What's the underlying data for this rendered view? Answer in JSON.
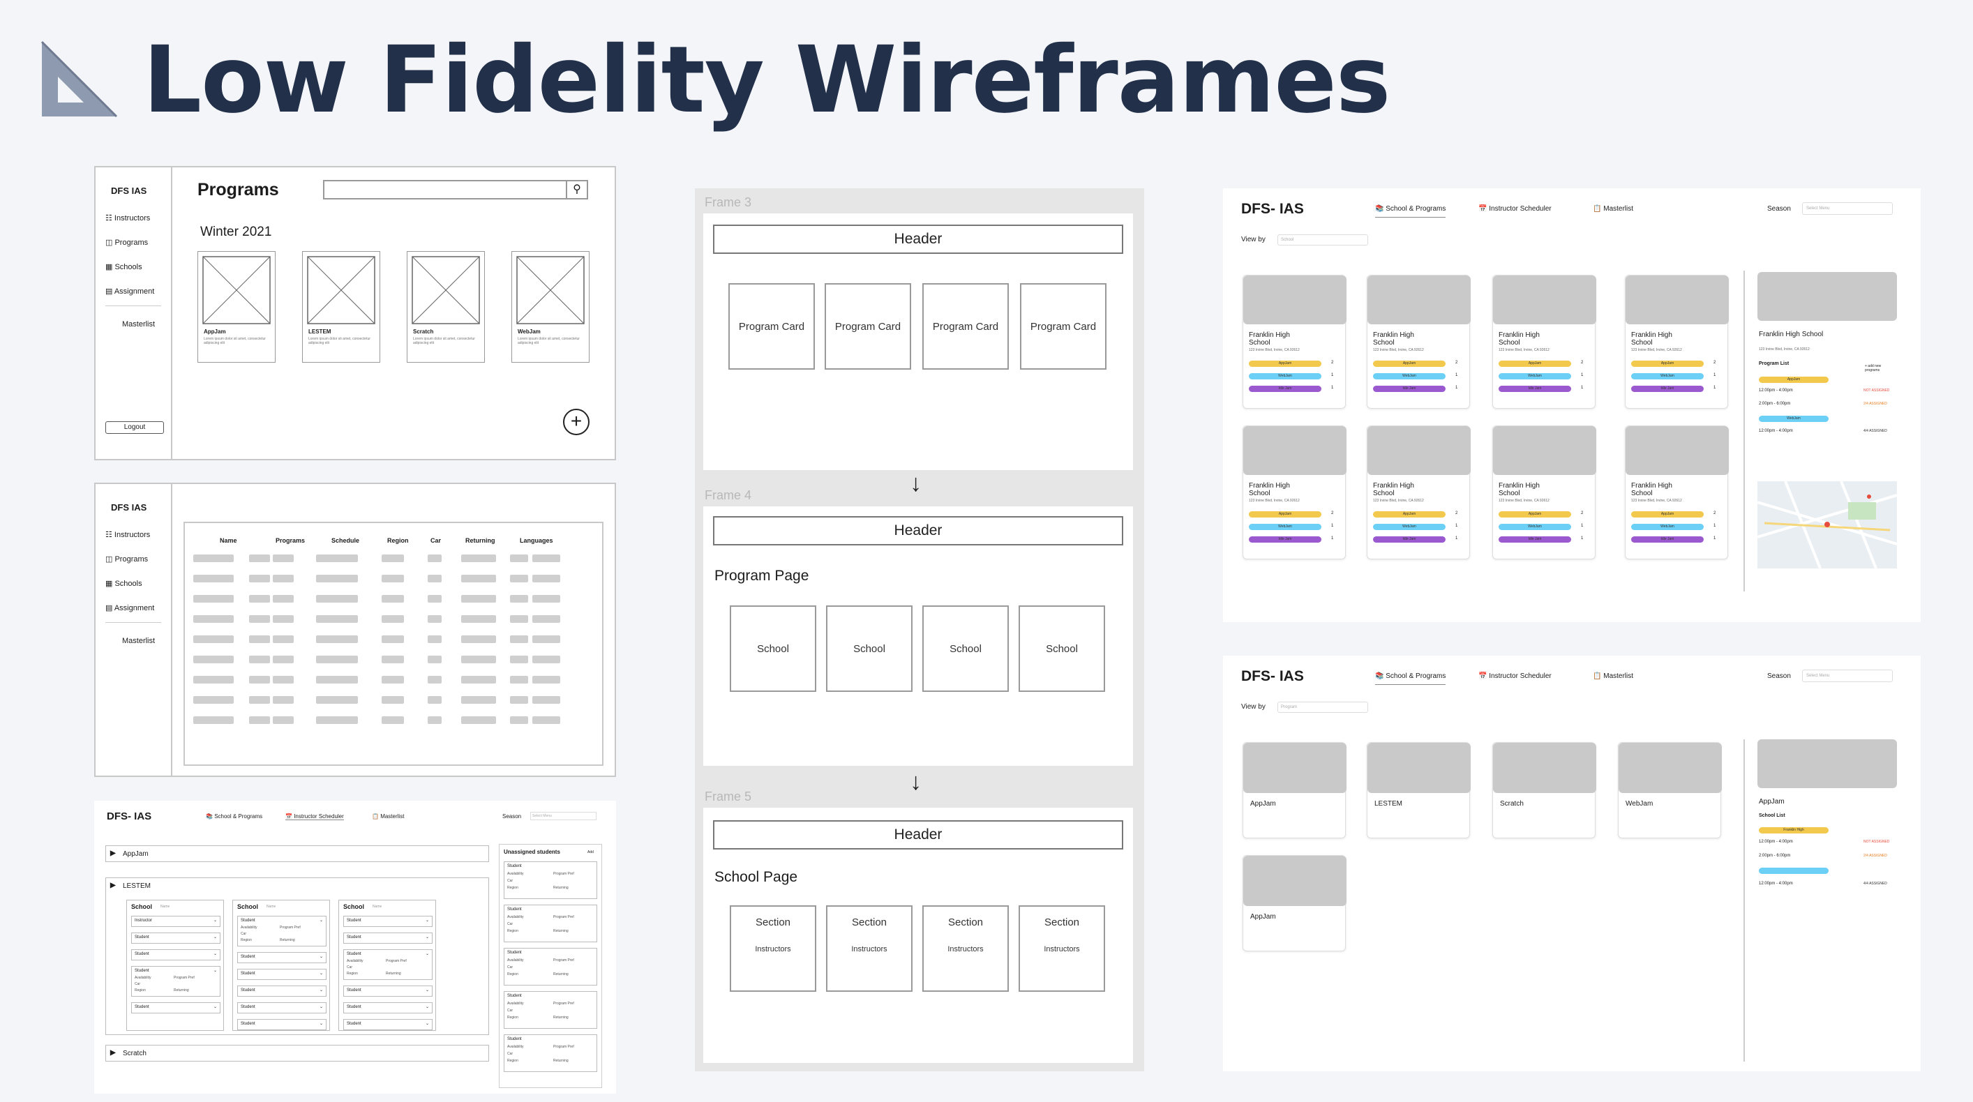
{
  "page_title": "Low Fidelity Wireframes",
  "panel1": {
    "brand": "DFS IAS",
    "nav": [
      "Instructors",
      "Programs",
      "Schools",
      "Assignment"
    ],
    "masterlist": "Masterlist",
    "logout": "Logout",
    "heading": "Programs",
    "season": "Winter 2021",
    "cards": [
      {
        "name": "AppJam",
        "desc": "Lorem ipsum dolor sit amet, consectetur adipiscing elit"
      },
      {
        "name": "LESTEM",
        "desc": "Lorem ipsum dolor sit amet, consectetur adipiscing elit"
      },
      {
        "name": "Scratch",
        "desc": "Lorem ipsum dolor sit amet, consectetur adipiscing elit"
      },
      {
        "name": "WebJam",
        "desc": "Lorem ipsum dolor sit amet, consectetur adipiscing elit"
      }
    ],
    "add": "+"
  },
  "panel2": {
    "brand": "DFS IAS",
    "nav": [
      "Instructors",
      "Programs",
      "Schools",
      "Assignment"
    ],
    "masterlist": "Masterlist",
    "columns": [
      "Name",
      "Programs",
      "Schedule",
      "Region",
      "Car",
      "Returning",
      "Languages"
    ]
  },
  "panel3": {
    "brand": "DFS- IAS",
    "tabs": [
      "School & Programs",
      "Instructor Scheduler",
      "Masterlist"
    ],
    "season_label": "Season",
    "season_placeholder": "Select Menu",
    "accordions": [
      "AppJam",
      "LESTEM",
      "Scratch"
    ],
    "school_label": "School",
    "school_sub": "Name",
    "instructor": "Instructor",
    "student": "Student",
    "availability": "Availability",
    "program_pref": "Program Pref",
    "car": "Car",
    "region": "Region",
    "returning": "Returning",
    "unassigned": "Unassigned students",
    "unassigned_add": "Add"
  },
  "flow": {
    "frame3": "Frame 3",
    "frame4": "Frame 4",
    "frame5": "Frame 5",
    "header": "Header",
    "program_card": "Program Card",
    "program_page": "Program Page",
    "school": "School",
    "school_page": "School Page",
    "section": "Section",
    "instructors": "Instructors",
    "arrow": "↓"
  },
  "hifi1": {
    "brand": "DFS- IAS",
    "tabs": [
      "School & Programs",
      "Instructor Scheduler",
      "Masterlist"
    ],
    "season_label": "Season",
    "season_placeholder": "Select Menu",
    "viewby": "View by",
    "viewby_placeholder": "School",
    "school_name": "Franklin High School",
    "address": "123 Irvine Blvd, Irvine, CA 92612",
    "pills": [
      {
        "label": "AppJam",
        "color": "#f2c94c",
        "count": "2"
      },
      {
        "label": "WebJam",
        "color": "#6ccff6",
        "count": "1"
      },
      {
        "label": "Idle Jam",
        "color": "#9b59d0",
        "count": "1"
      }
    ],
    "side_title": "Franklin High School",
    "side_address": "123 Irvine Blvd, Irvine, CA 92612",
    "program_list": "Program List",
    "add_new": "+ add new programs",
    "times": [
      "12:00pm - 4:00pm",
      "2:00pm - 6:00pm",
      "12:00pm - 4:00pm"
    ],
    "statuses": [
      "NOT ASSIGNED",
      "2/4 ASSIGNED",
      "4/4 ASSIGNED"
    ]
  },
  "hifi2": {
    "brand": "DFS- IAS",
    "tabs": [
      "School & Programs",
      "Instructor Scheduler",
      "Masterlist"
    ],
    "season_label": "Season",
    "season_placeholder": "Select Menu",
    "viewby": "View by",
    "viewby_placeholder": "Program",
    "programs": [
      "AppJam",
      "LESTEM",
      "Scratch",
      "WebJam",
      "AppJam"
    ],
    "side_title": "AppJam",
    "school_list": "School List",
    "side_pill1": "Franklin High",
    "times": [
      "12:00pm - 4:00pm",
      "2:00pm - 6:00pm",
      "12:00pm - 4:00pm"
    ],
    "statuses": [
      "NOT ASSIGNED",
      "2/4 ASSIGNED",
      "4/4 ASSIGNED"
    ]
  }
}
